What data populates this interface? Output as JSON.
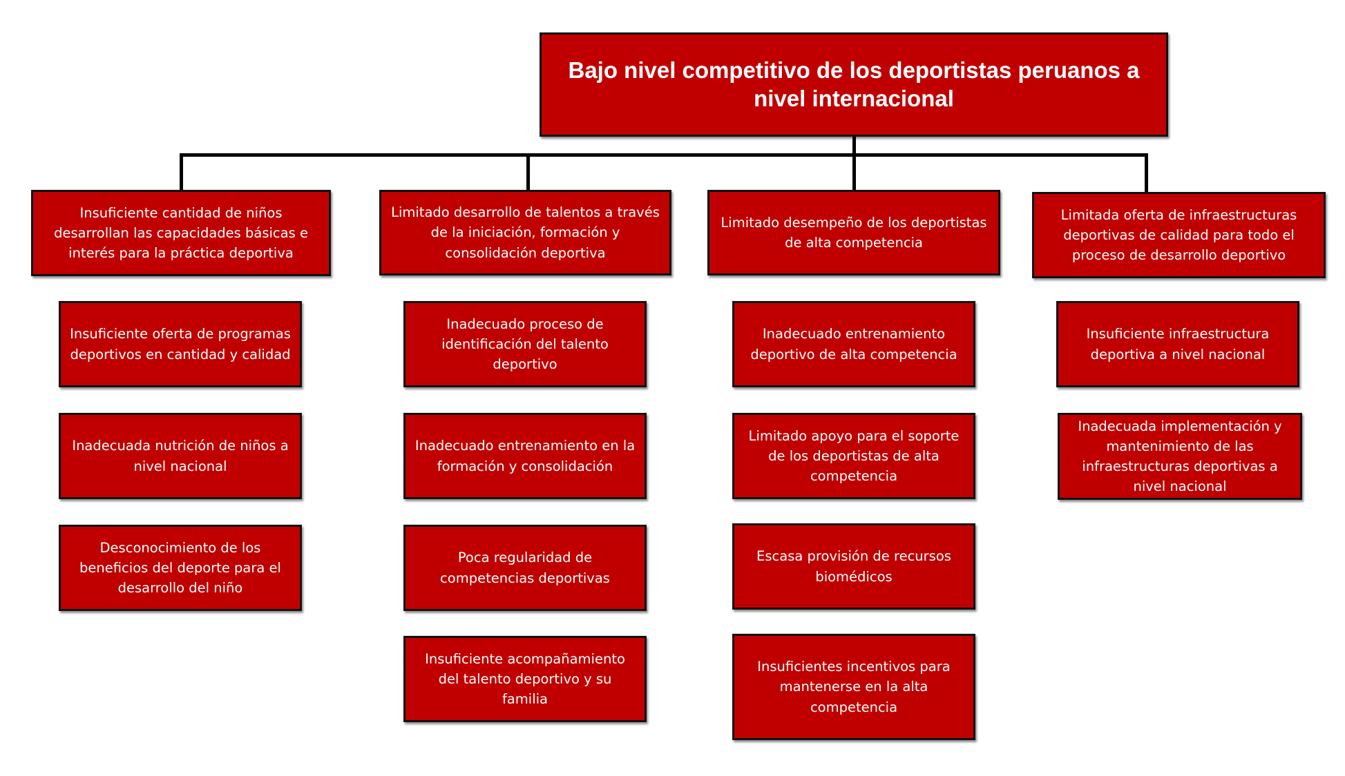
{
  "colors": {
    "box_fill": "#c00000",
    "box_border": "#111111",
    "connector": "#000000",
    "text": "#ffffff",
    "background": "#ffffff"
  },
  "root": {
    "label": "Bajo nivel competitivo de los deportistas peruanos a nivel internacional"
  },
  "branches": [
    {
      "label": "Insuficiente cantidad de niños desarrollan las capacidades básicas e interés para la práctica deportiva",
      "children": [
        "Insuficiente oferta de programas deportivos en cantidad y calidad",
        "Inadecuada nutrición de niños a nivel nacional",
        "Desconocimiento de los beneficios del deporte para el desarrollo del niño"
      ]
    },
    {
      "label": "Limitado desarrollo de talentos a través de la iniciación, formación y consolidación deportiva",
      "children": [
        "Inadecuado proceso de identificación del talento deportivo",
        "Inadecuado entrenamiento en la formación y consolidación",
        "Poca regularidad de competencias deportivas",
        "Insuficiente acompañamiento del talento deportivo y su familia"
      ]
    },
    {
      "label": "Limitado desempeño de los deportistas de alta competencia",
      "children": [
        "Inadecuado entrenamiento deportivo de alta competencia",
        "Limitado apoyo para el soporte de los deportistas de alta competencia",
        "Escasa provisión de recursos biomédicos",
        "Insuficientes incentivos para mantenerse en la alta competencia"
      ]
    },
    {
      "label": "Limitada oferta de infraestructuras deportivas de calidad para todo el proceso de desarrollo deportivo",
      "children": [
        "Insuficiente infraestructura deportiva a nivel nacional",
        "Inadecuada implementación y mantenimiento de las infraestructuras deportivas a nivel nacional"
      ]
    }
  ]
}
